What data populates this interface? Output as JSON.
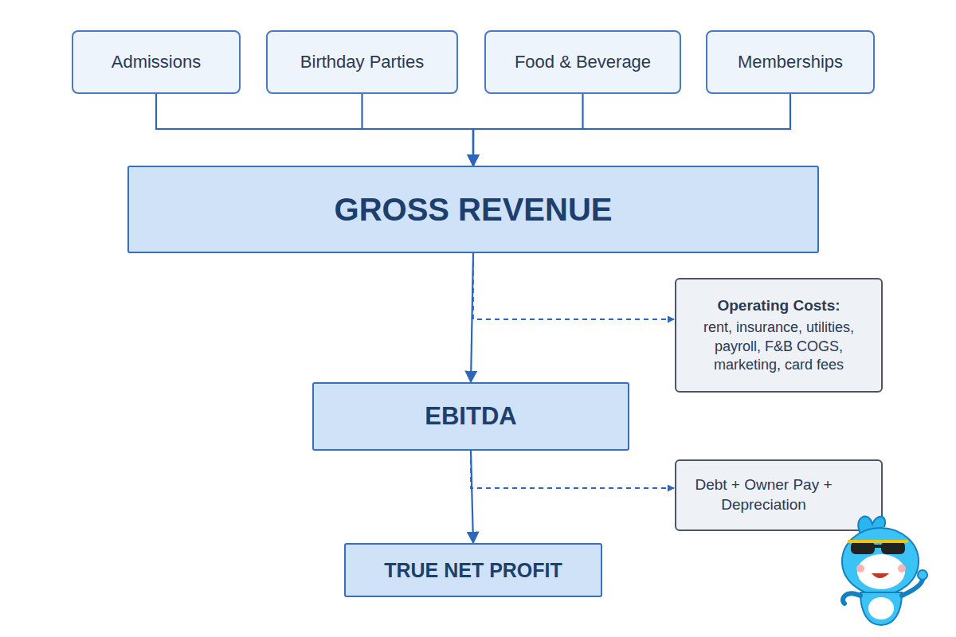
{
  "diagram": {
    "nodes": [
      {
        "text": [
          "Admissions"
        ]
      },
      {
        "text": [
          "Birthday Parties"
        ]
      },
      {
        "text": [
          "Food & Beverage"
        ]
      },
      {
        "text": [
          "Memberships"
        ]
      },
      {
        "text": [
          "GROSS REVENUE"
        ]
      },
      {
        "text": [
          "Operating Costs:",
          "rent, insurance, utilities, payroll, F&B COGS, marketing, card fees"
        ]
      },
      {
        "text": [
          "EBITDA"
        ]
      },
      {
        "text": [
          "Debt + Owner Pay + Depreciation"
        ]
      },
      {
        "text": [
          "TRUE NET PROFIT"
        ]
      }
    ],
    "edges": [
      {
        "from": 0,
        "to": 4,
        "arrow": "to"
      },
      {
        "from": 1,
        "to": 4,
        "arrow": "to"
      },
      {
        "from": 2,
        "to": 4,
        "arrow": "to"
      },
      {
        "from": 3,
        "to": 4,
        "arrow": "to"
      },
      {
        "from": 4,
        "to": 5,
        "arrow": "to"
      },
      {
        "from": 4,
        "to": 6,
        "arrow": "to"
      },
      {
        "from": 6,
        "to": 7,
        "arrow": "to"
      },
      {
        "from": 6,
        "to": 8,
        "arrow": "to"
      }
    ]
  }
}
